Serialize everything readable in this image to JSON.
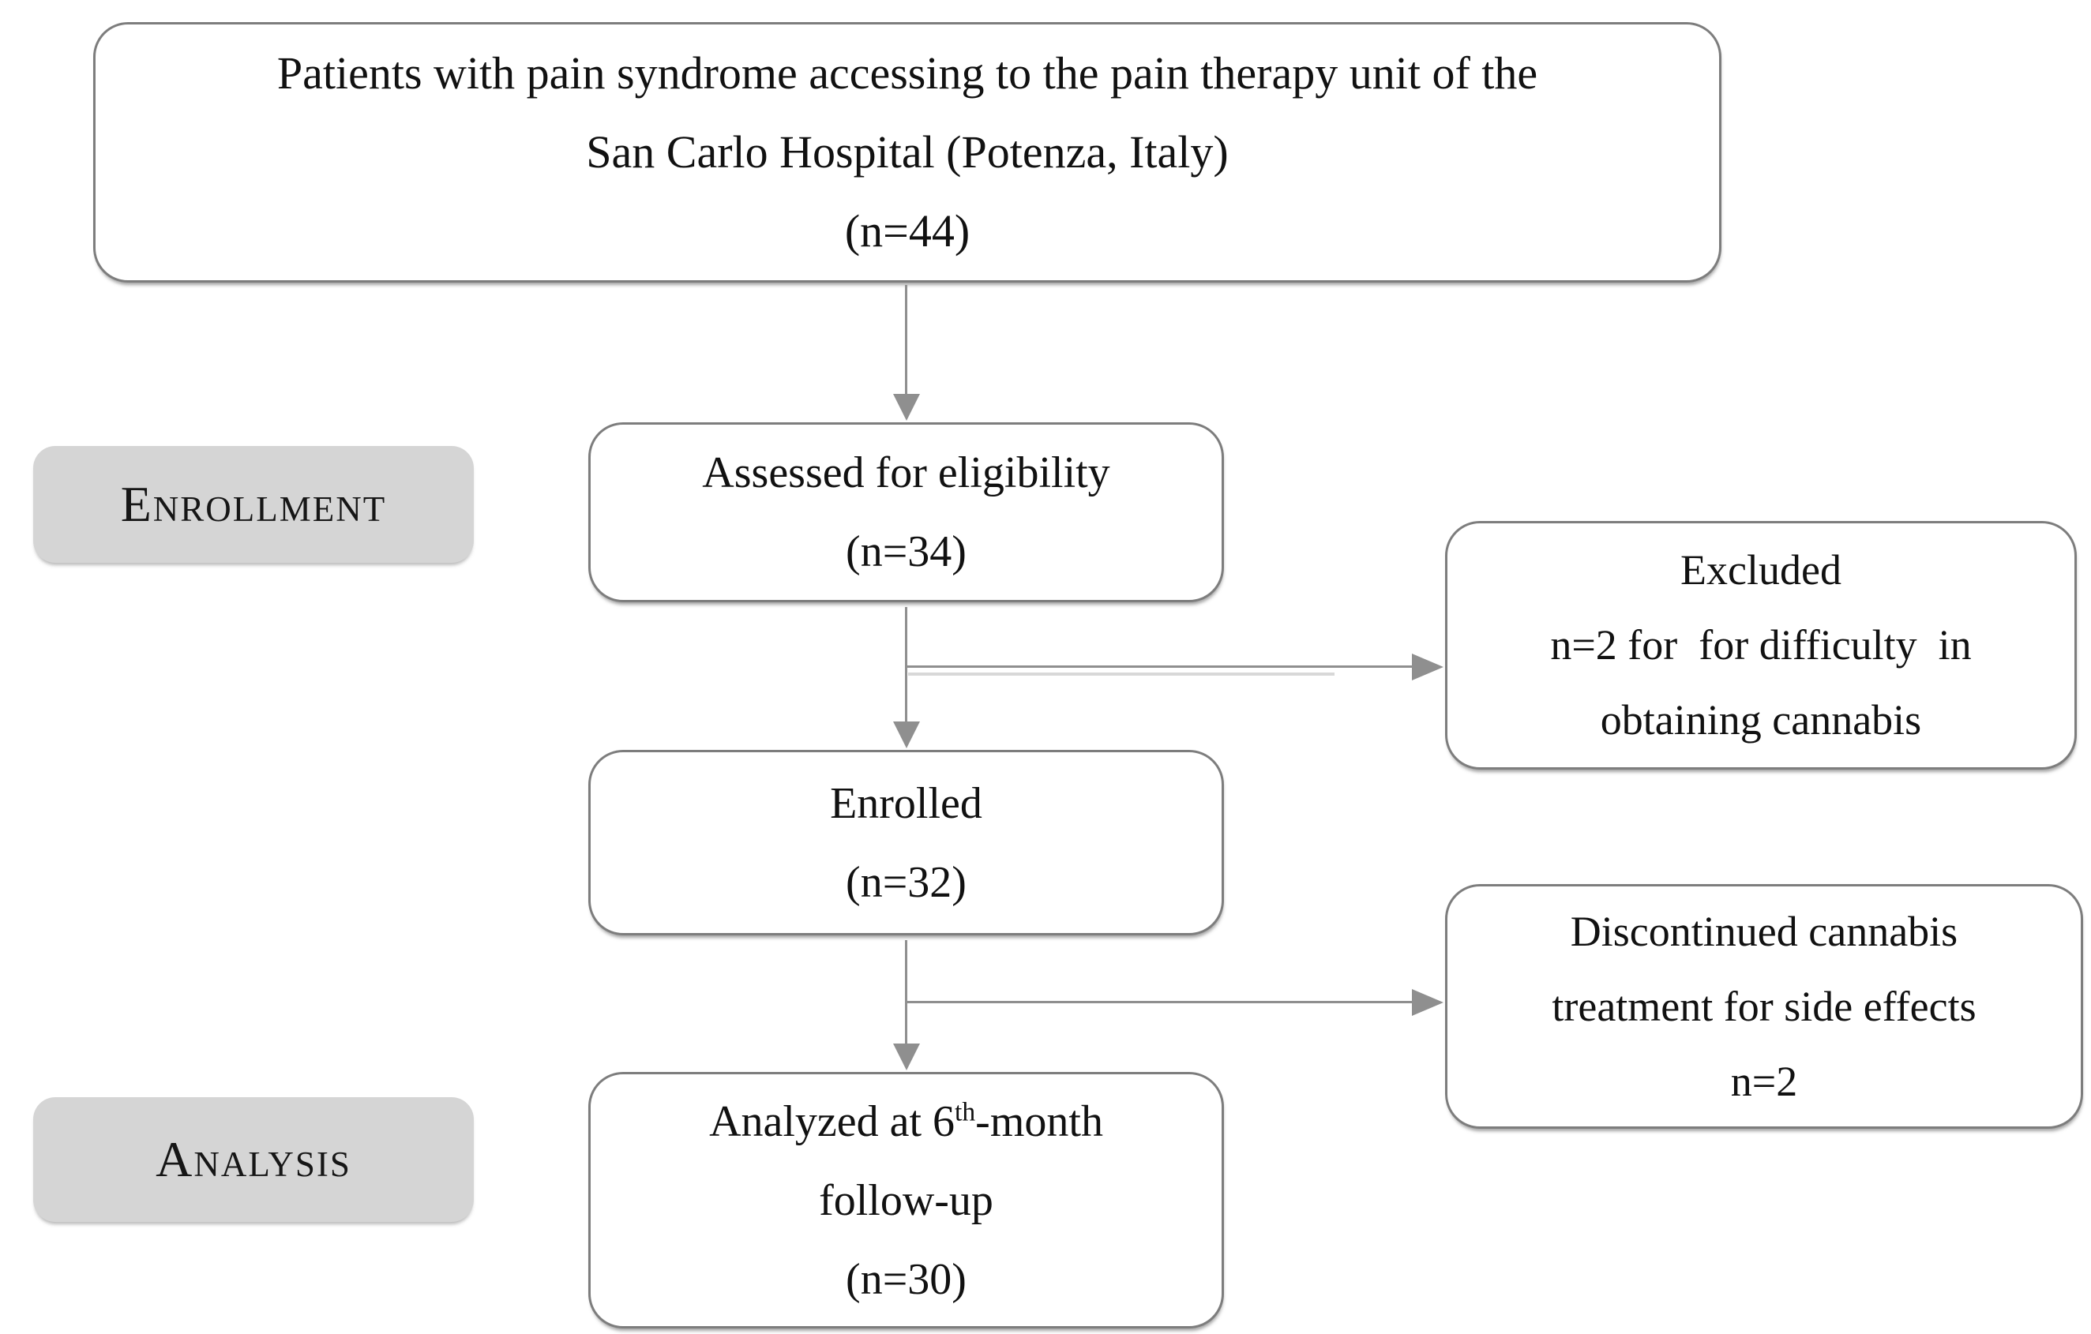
{
  "diagram": {
    "stage_labels": [
      {
        "id": "enrollment",
        "text": "Enrollment"
      },
      {
        "id": "analysis",
        "text": "Analysis"
      }
    ],
    "boxes": {
      "source": {
        "lines": [
          "Patients with pain syndrome accessing to the pain therapy unit of the",
          "San Carlo Hospital (Potenza, Italy)",
          "(n=44)"
        ]
      },
      "assessed": {
        "lines": [
          "Assessed for eligibility",
          "(n=34)"
        ]
      },
      "excluded": {
        "lines": [
          "Excluded",
          "n=2 for  for difficulty  in",
          "obtaining cannabis"
        ]
      },
      "enrolled": {
        "lines": [
          "Enrolled",
          "(n=32)"
        ]
      },
      "discontinued": {
        "lines": [
          "Discontinued cannabis",
          "treatment for side effects",
          "n=2"
        ]
      },
      "analyzed": {
        "line1_pre": "Analyzed at 6",
        "line1_sup": "th",
        "line1_post": "-month",
        "line2": "follow-up",
        "line3": "(n=30)"
      }
    },
    "edges": [
      {
        "from": "source",
        "to": "assessed"
      },
      {
        "from": "assessed",
        "to": "excluded"
      },
      {
        "from": "assessed",
        "to": "enrolled"
      },
      {
        "from": "enrolled",
        "to": "discontinued"
      },
      {
        "from": "enrolled",
        "to": "analyzed"
      }
    ],
    "colors": {
      "box_border": "#7d7d7d",
      "box_fill": "#ffffff",
      "stage_label_fill": "#d5d5d5",
      "arrow": "#8f8f8f",
      "text": "#111111",
      "background": "#ffffff"
    }
  }
}
